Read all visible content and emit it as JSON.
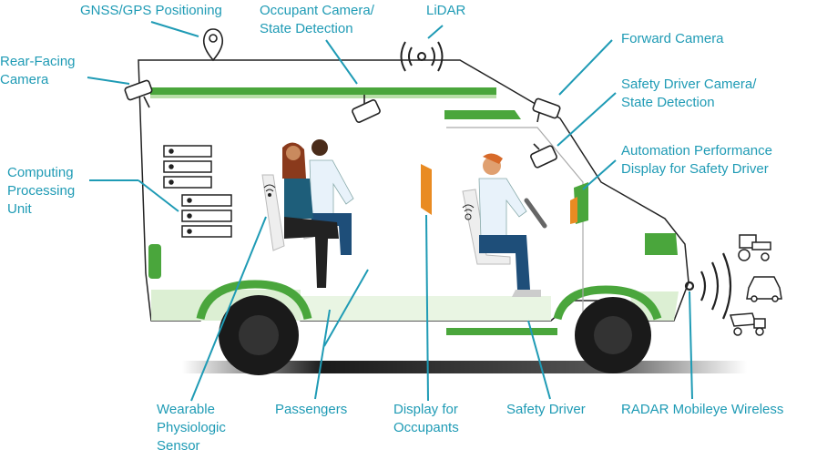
{
  "labels": {
    "gnss": "GNSS/GPS Positioning",
    "occupant_camera": "Occupant Camera/\nState Detection",
    "lidar": "LiDAR",
    "rear_camera": "Rear-Facing\nCamera",
    "forward_camera": "Forward Camera",
    "safety_driver_camera": "Safety Driver Camera/\nState Detection",
    "automation_display": "Automation Performance\nDisplay for Safety Driver",
    "computing": "Computing\nProcessing\nUnit",
    "wearable": "Wearable\nPhysiologic\nSensor",
    "passengers": "Passengers",
    "display_occupants": "Display for\nOccupants",
    "safety_driver": "Safety Driver",
    "radar": "RADAR Mobileye Wireless"
  },
  "colors": {
    "label_teal": "#1f9bb5",
    "accent_green": "#4aa63c",
    "light_green": "#dcefd3",
    "orange": "#e98b22",
    "outline": "#222222"
  },
  "icons": [
    "gps-pin-icon",
    "lidar-signal-icon",
    "camera-icon",
    "server-rack-icon",
    "radar-wave-icon",
    "tractor-icon",
    "car-icon",
    "dump-truck-icon",
    "wearable-sensor-icon"
  ]
}
